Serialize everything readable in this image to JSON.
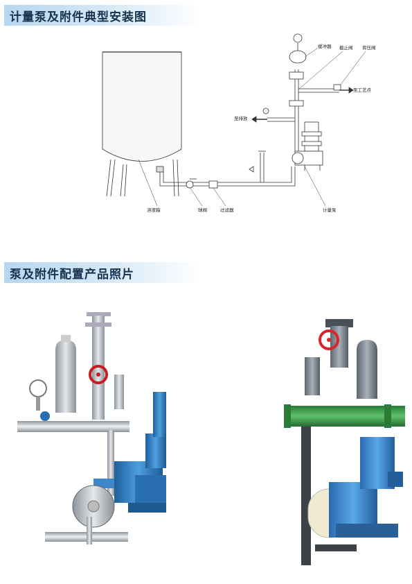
{
  "section1": {
    "title": "计量泵及附件典型安装图"
  },
  "section2": {
    "title": "泵及附件配置产品照片"
  },
  "diagram_labels": {
    "buffer": "缓冲器",
    "stop_valve": "截止阀",
    "back_pressure_valve": "背压阀",
    "to_process": "至工艺点",
    "to_drain": "至排放",
    "tank": "溶液箱",
    "ball_valve": "球阀",
    "filter": "过滤器",
    "pump": "计量泵"
  },
  "colors": {
    "banner_start": "#b7d6ee",
    "pump_blue": "#2f7fc4",
    "pipe_steel": "#b9bec4",
    "valve_red": "#d8262a",
    "pipe_green": "#3e9a4c"
  }
}
